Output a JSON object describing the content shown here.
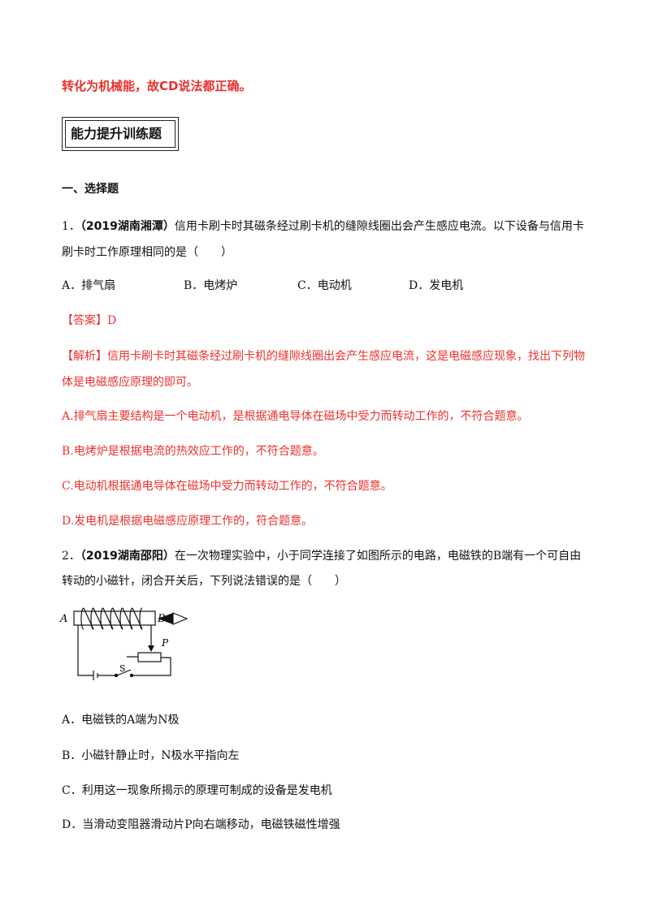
{
  "top_note": "转化为机械能，故CD说法都正确。",
  "box_title": "能力提升训练题",
  "section_heading": "一、选择题",
  "q1": {
    "number": "1．",
    "source": "（2019湖南湘潭）",
    "line1": "信用卡刷卡时其磁条经过刷卡机的缝隙线圈出会产生感应电流。以下设备与信用卡",
    "line2": "刷卡时工作原理相同的是（　　）",
    "options": [
      "A．排气扇",
      "B．电烤炉",
      "C．电动机",
      "D．发电机"
    ],
    "answer": "【答案】D",
    "analysis_line1": "【解析】信用卡刷卡时其磁条经过刷卡机的缝隙线圈出会产生感应电流，这是电磁感应现象，找出下列物",
    "analysis_line2": "体是电磁感应原理的即可。",
    "explanations": [
      "A.排气扇主要结构是一个电动机，是根据通电导体在磁场中受力而转动工作的，不符合题意。",
      "B.电烤炉是根据电流的热效应工作的，不符合题意。",
      "C.电动机根据通电导体在磁场中受力而转动工作的，不符合题意。",
      "D.发电机是根据电磁感应原理工作的，符合题意。"
    ]
  },
  "q2": {
    "number": "2．",
    "source": "（2019湖南邵阳）",
    "line1": "在一次物理实验中，小于同学连接了如图所示的电路，电磁铁的B端有一个可自由",
    "line2": "转动的小磁针，闭合开关后，下列说法错误的是（　　）",
    "diagram_labels": {
      "a": "A",
      "b": "B",
      "p": "P",
      "s": "S"
    },
    "options": [
      "A．电磁铁的A端为N极",
      "B．小磁针静止时，N极水平指向左",
      "C．利用这一现象所揭示的原理可制成的设备是发电机",
      "D．当滑动变阻器滑动片P向右端移动，电磁铁磁性增强"
    ]
  }
}
